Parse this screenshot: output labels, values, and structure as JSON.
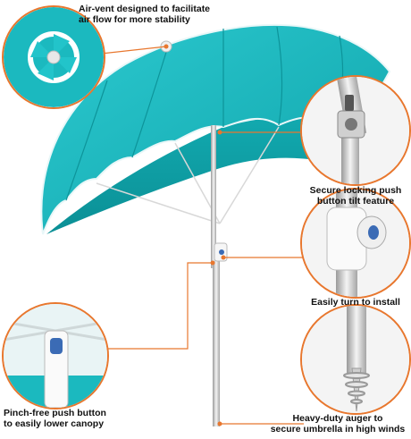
{
  "image": {
    "subject": "teal beach umbrella feature diagram",
    "accent_color": "#e8772e",
    "canopy_color": "#17b7bd"
  },
  "callouts": [
    {
      "id": "air-vent",
      "line1": "Air-vent designed to facilitate",
      "line2": "air flow for more stability"
    },
    {
      "id": "tilt",
      "line1": "Secure locking push",
      "line2": "button tilt feature"
    },
    {
      "id": "install",
      "line1": "Easily turn to install",
      "line2": ""
    },
    {
      "id": "push-button",
      "line1": "Pinch-free push button",
      "line2": "to easily lower canopy"
    },
    {
      "id": "auger",
      "line1": "Heavy-duty auger to",
      "line2": "secure umbrella in high winds"
    }
  ]
}
